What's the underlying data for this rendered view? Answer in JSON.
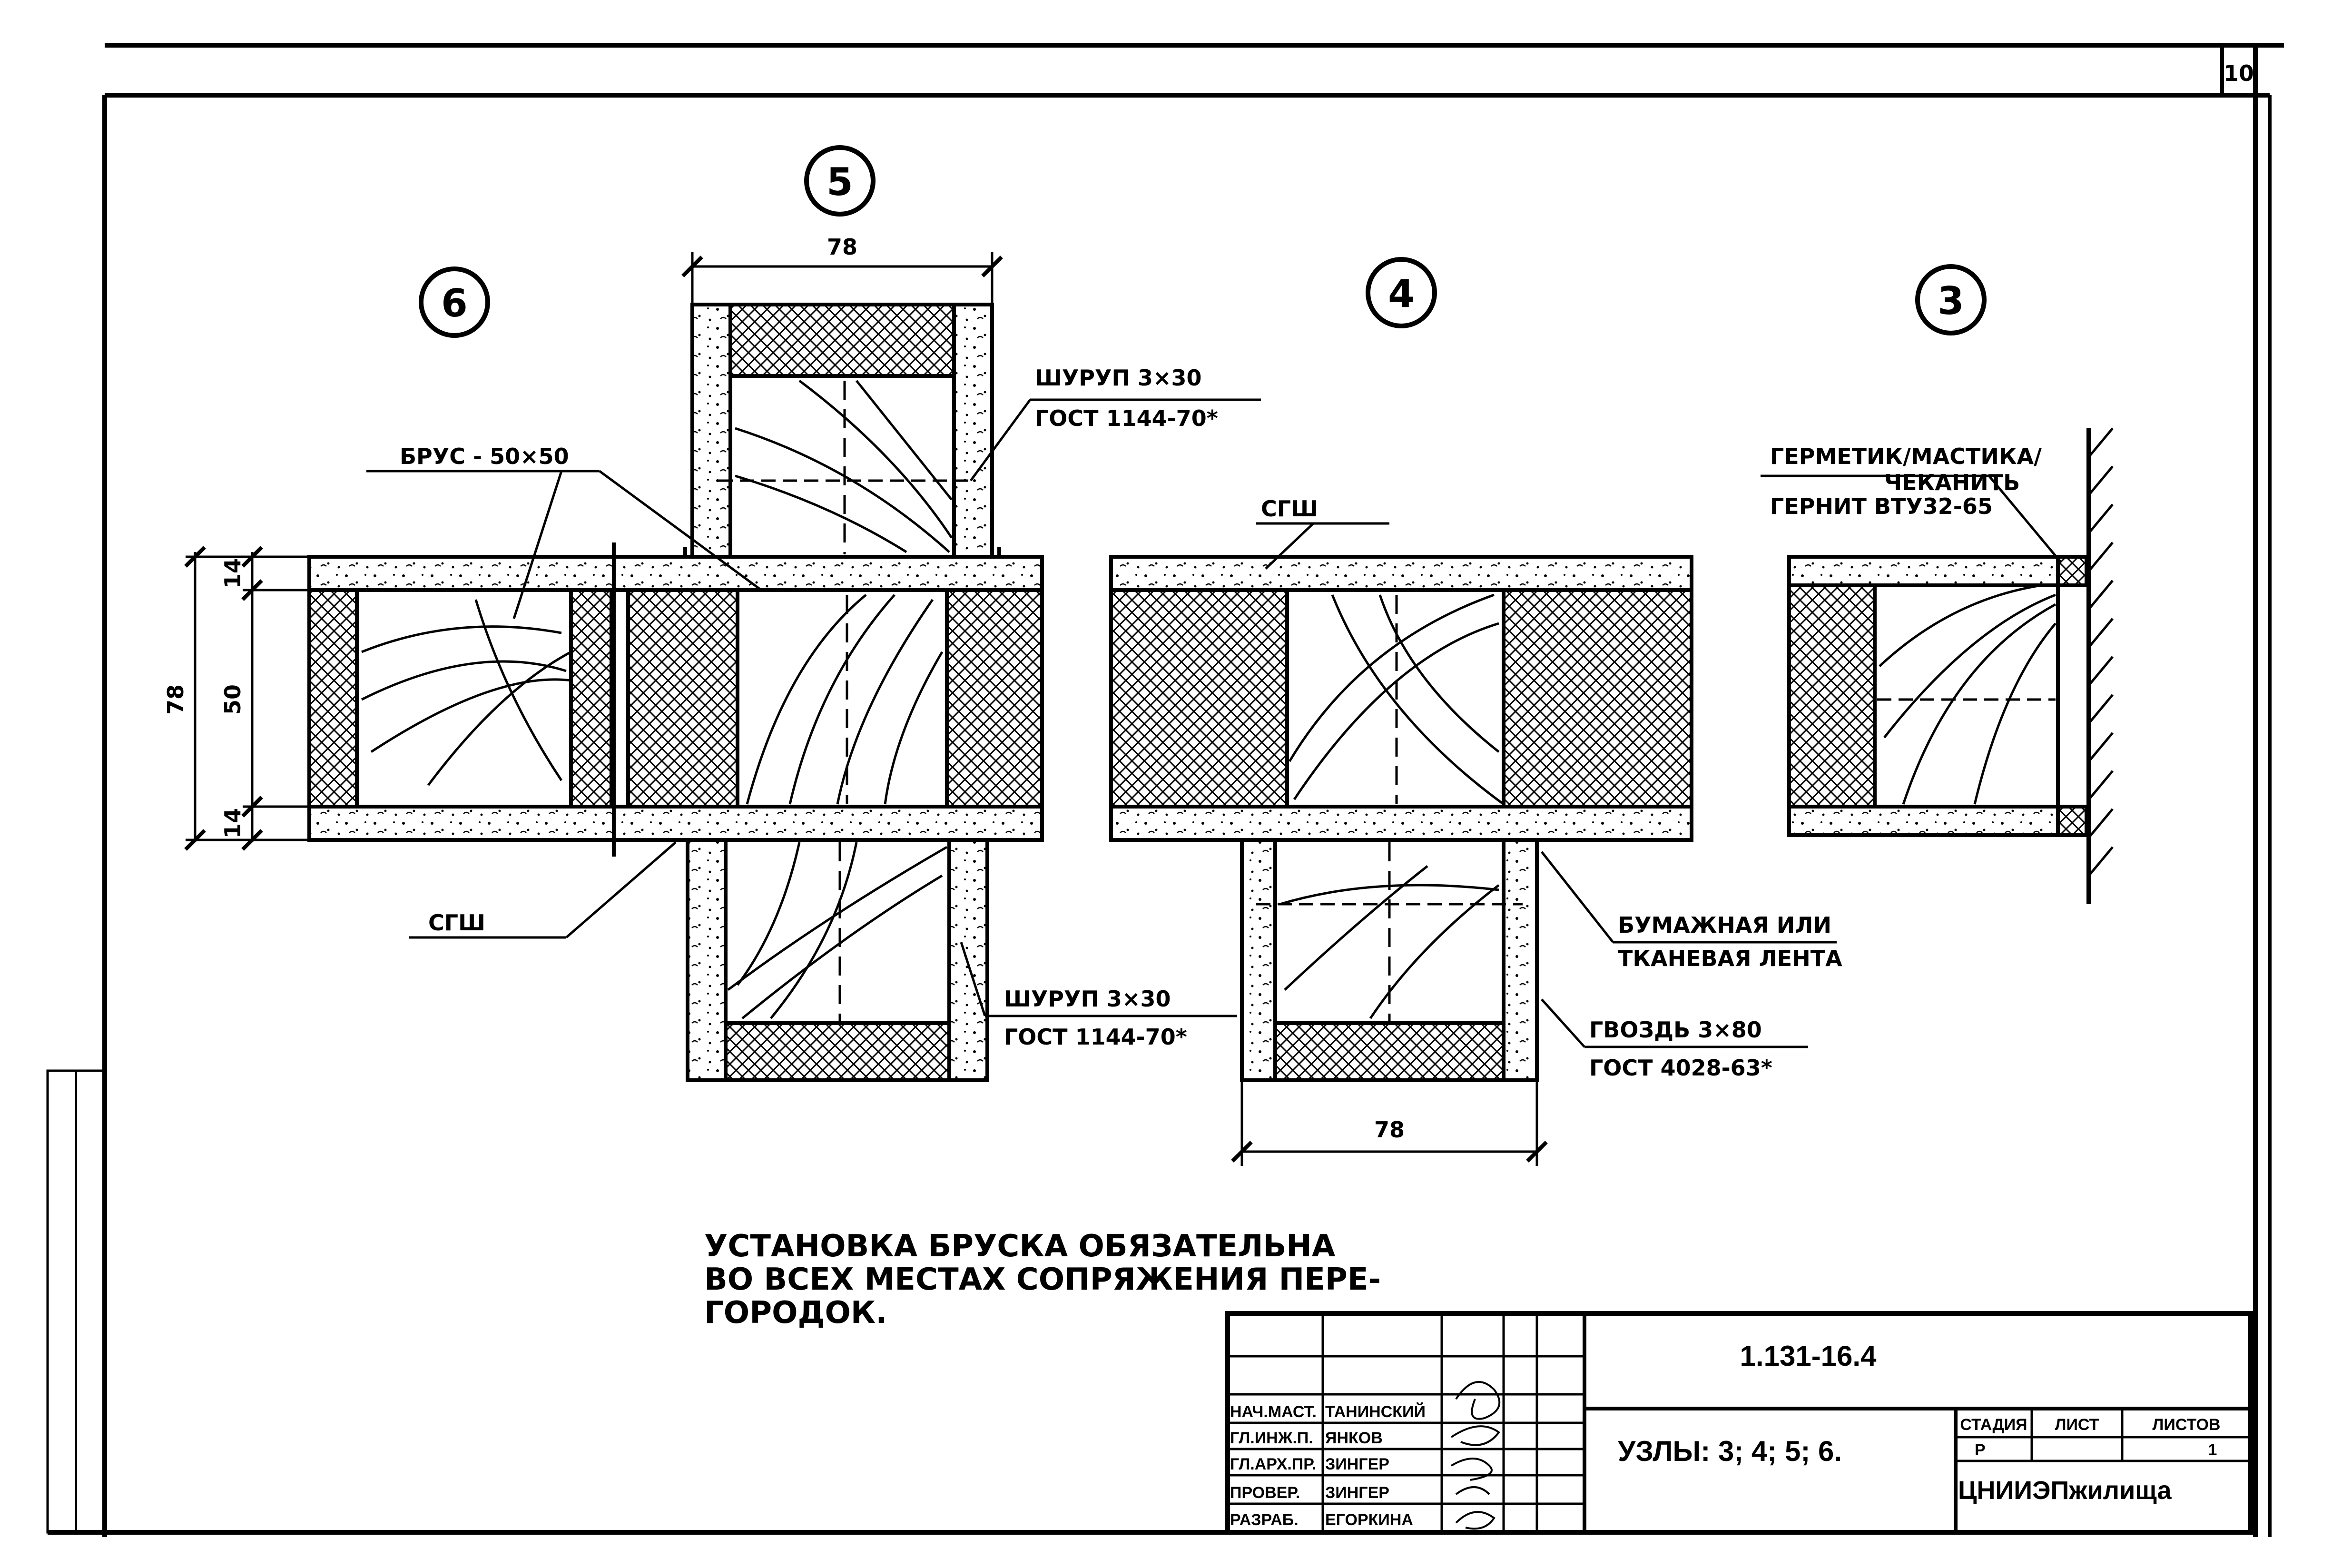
{
  "sheet": {
    "sheet_number": "10",
    "node_labels": [
      "6",
      "5",
      "4",
      "3"
    ]
  },
  "dimensions": {
    "top_width": "78",
    "bottom_width": "78",
    "total_height": "78",
    "core_height": "50",
    "skin_top": "14",
    "skin_bottom": "14"
  },
  "callouts": {
    "brus": "БРУС - 50×50",
    "sgsh_top": "СГШ",
    "sgsh_left": "СГШ",
    "screw_top_1": "ШУРУП 3×30",
    "screw_top_2": "ГОСТ 1144-70*",
    "screw_bottom_1": "ШУРУП 3×30",
    "screw_bottom_2": "ГОСТ 1144-70*",
    "sealant_1": "ГЕРМЕТИК/МАСТИКА/",
    "sealant_2": "ЧЕКАНИТЬ",
    "sealant_3": "ГЕРНИТ ВТУ32-65",
    "tape_1": "БУМАЖНАЯ ИЛИ",
    "tape_2": "ТКАНЕВАЯ ЛЕНТА",
    "nail_1": "ГВОЗДЬ 3×80",
    "nail_2": "ГОСТ 4028-63*"
  },
  "note": {
    "line1": "УСТАНОВКА БРУСКА ОБЯЗАТЕЛЬНА",
    "line2": "ВО ВСЕХ МЕСТАХ СОПРЯЖЕНИЯ ПЕРЕ-",
    "line3": "ГОРОДОК."
  },
  "title_block": {
    "code": "1.131-16.4",
    "title": "УЗЛЫ: 3; 4; 5; 6.",
    "org": "ЦНИИЭПжилища",
    "stage_header": "СТАДИЯ",
    "sheet_header": "ЛИСТ",
    "sheets_header": "ЛИСТОВ",
    "stage_value": "Р",
    "sheet_value": "",
    "sheets_value": "1",
    "roles": [
      {
        "role": "НАЧ.МАСТ.",
        "name": "ТАНИНСКИЙ"
      },
      {
        "role": "ГЛ.ИНЖ.П.",
        "name": "ЯНКОВ"
      },
      {
        "role": "ГЛ.АРХ.ПР.",
        "name": "ЗИНГЕР"
      },
      {
        "role": "ПРОВЕР.",
        "name": "ЗИНГЕР"
      },
      {
        "role": "РАЗРАБ.",
        "name": "ЕГОРКИНА"
      }
    ]
  }
}
